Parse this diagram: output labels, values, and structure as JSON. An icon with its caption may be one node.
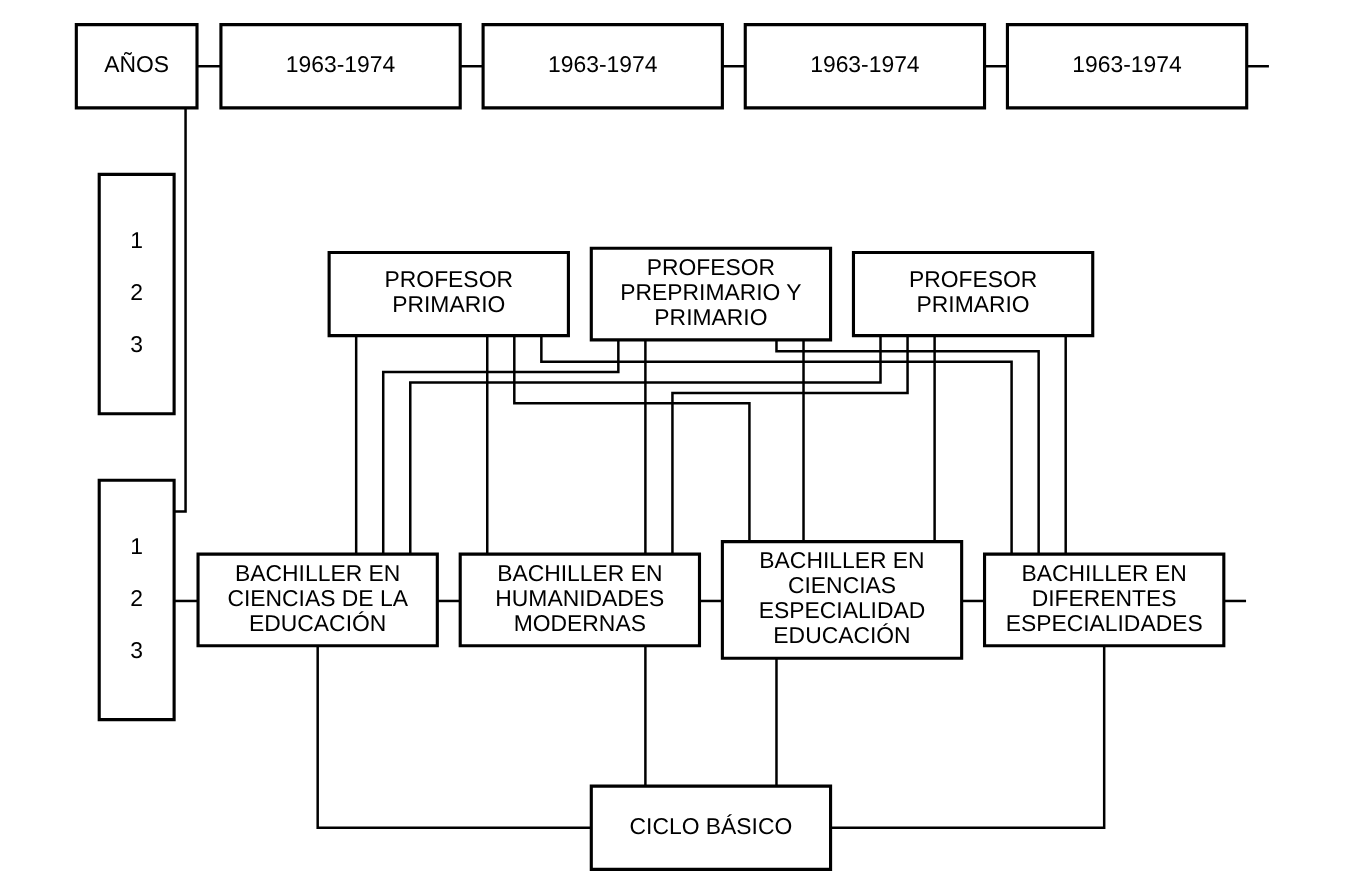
{
  "diagram": {
    "nodes": [
      {
        "text": [
          "AÑOS"
        ]
      },
      {
        "text": [
          "1963-1974"
        ]
      },
      {
        "text": [
          "1963-1974"
        ]
      },
      {
        "text": [
          "1963-1974"
        ]
      },
      {
        "text": [
          "1963-1974"
        ]
      },
      {
        "text": [
          "1",
          "2",
          "3"
        ]
      },
      {
        "text": [
          "PROFESOR PRIMARIO"
        ]
      },
      {
        "text": [
          "PROFESOR PREPRIMARIO Y PRIMARIO"
        ]
      },
      {
        "text": [
          "PROFESOR PRIMARIO"
        ]
      },
      {
        "text": [
          "1",
          "2",
          "3"
        ]
      },
      {
        "text": [
          "BACHILLER EN CIENCIAS DE LA EDUCACIÓN"
        ]
      },
      {
        "text": [
          "BACHILLER EN HUMANIDADES MODERNAS"
        ]
      },
      {
        "text": [
          "BACHILLER EN CIENCIAS ESPECIALIDAD EDUCACIÓN"
        ]
      },
      {
        "text": [
          "BACHILLER EN DIFERENTES ESPECIALIDADES"
        ]
      },
      {
        "text": [
          "CICLO BÁSICO"
        ]
      }
    ],
    "edges": [
      {
        "from": 0,
        "to": 1,
        "arrow": "none"
      },
      {
        "from": 1,
        "to": 2,
        "arrow": "none"
      },
      {
        "from": 2,
        "to": 3,
        "arrow": "none"
      },
      {
        "from": 3,
        "to": 4,
        "arrow": "none"
      },
      {
        "from": 4,
        "to": null,
        "arrow": "none"
      },
      {
        "from": 0,
        "to": 9,
        "arrow": "none"
      },
      {
        "from": 9,
        "to": 10,
        "arrow": "none"
      },
      {
        "from": 10,
        "to": 11,
        "arrow": "none"
      },
      {
        "from": 11,
        "to": 12,
        "arrow": "none"
      },
      {
        "from": 12,
        "to": 13,
        "arrow": "none"
      },
      {
        "from": 13,
        "to": null,
        "arrow": "none"
      },
      {
        "from": 6,
        "to": 10,
        "arrow": "none"
      },
      {
        "from": 6,
        "to": 11,
        "arrow": "none"
      },
      {
        "from": 6,
        "to": 12,
        "arrow": "none"
      },
      {
        "from": 6,
        "to": 13,
        "arrow": "none"
      },
      {
        "from": 7,
        "to": 10,
        "arrow": "none"
      },
      {
        "from": 7,
        "to": 11,
        "arrow": "none"
      },
      {
        "from": 7,
        "to": 12,
        "arrow": "none"
      },
      {
        "from": 7,
        "to": 13,
        "arrow": "none"
      },
      {
        "from": 8,
        "to": 10,
        "arrow": "none"
      },
      {
        "from": 8,
        "to": 11,
        "arrow": "none"
      },
      {
        "from": 8,
        "to": 12,
        "arrow": "none"
      },
      {
        "from": 8,
        "to": 13,
        "arrow": "none"
      },
      {
        "from": 10,
        "to": 14,
        "arrow": "none"
      },
      {
        "from": 11,
        "to": 14,
        "arrow": "none"
      },
      {
        "from": 12,
        "to": 14,
        "arrow": "none"
      },
      {
        "from": 13,
        "to": 14,
        "arrow": "none"
      }
    ]
  }
}
